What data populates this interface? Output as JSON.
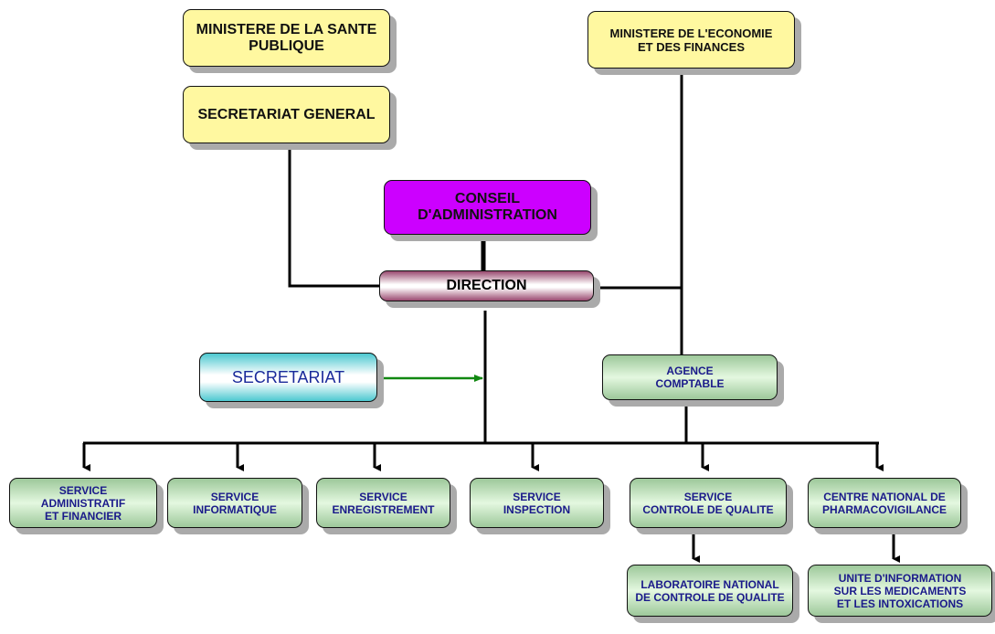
{
  "top": {
    "ministere_sante": "MINISTERE DE LA SANTE\nPUBLIQUE",
    "secretariat_general": "SECRETARIAT GENERAL",
    "ministere_economie": "MINISTERE DE L'ECONOMIE\nET  DES FINANCES"
  },
  "conseil": "CONSEIL\nD'ADMINISTRATION",
  "direction": "DIRECTION",
  "secretariat": "SECRETARIAT",
  "agence": "AGENCE\nCOMPTABLE",
  "services": [
    "SERVICE\nADMINISTRATIF\nET FINANCIER",
    "SERVICE\nINFORMATIQUE",
    "SERVICE\nENREGISTREMENT",
    "SERVICE\nINSPECTION",
    "SERVICE\nCONTROLE DE QUALITE",
    "CENTRE NATIONAL DE\nPHARMACOVIGILANCE"
  ],
  "sub": {
    "laboratoire": "LABORATOIRE NATIONAL\nDE CONTROLE DE QUALITE",
    "unite": "UNITE D'INFORMATION\nSUR LES MEDICAMENTS\nET LES INTOXICATIONS"
  },
  "colors": {
    "yellow": "#fff8a0",
    "purple": "#cc00ff",
    "green": "#9dc89a",
    "connector_arrow": "#118811"
  }
}
